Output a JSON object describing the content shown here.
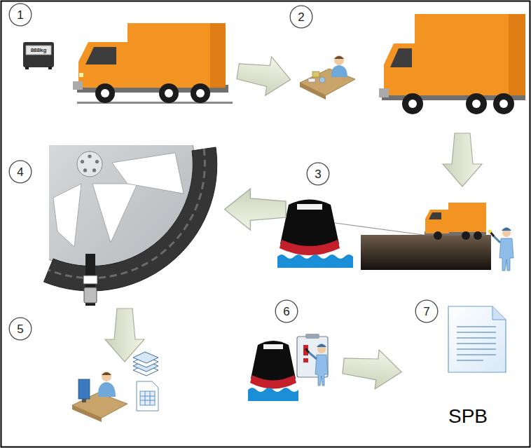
{
  "diagram": {
    "nodes": [
      {
        "text": [
          "1"
        ]
      },
      {
        "text": [
          "2"
        ]
      },
      {
        "text": [
          "3"
        ]
      },
      {
        "text": [
          "4"
        ]
      },
      {
        "text": [
          "5"
        ]
      },
      {
        "text": [
          "6"
        ]
      },
      {
        "text": [
          "7"
        ]
      }
    ],
    "labels": [
      "888kg",
      "SPB"
    ]
  }
}
